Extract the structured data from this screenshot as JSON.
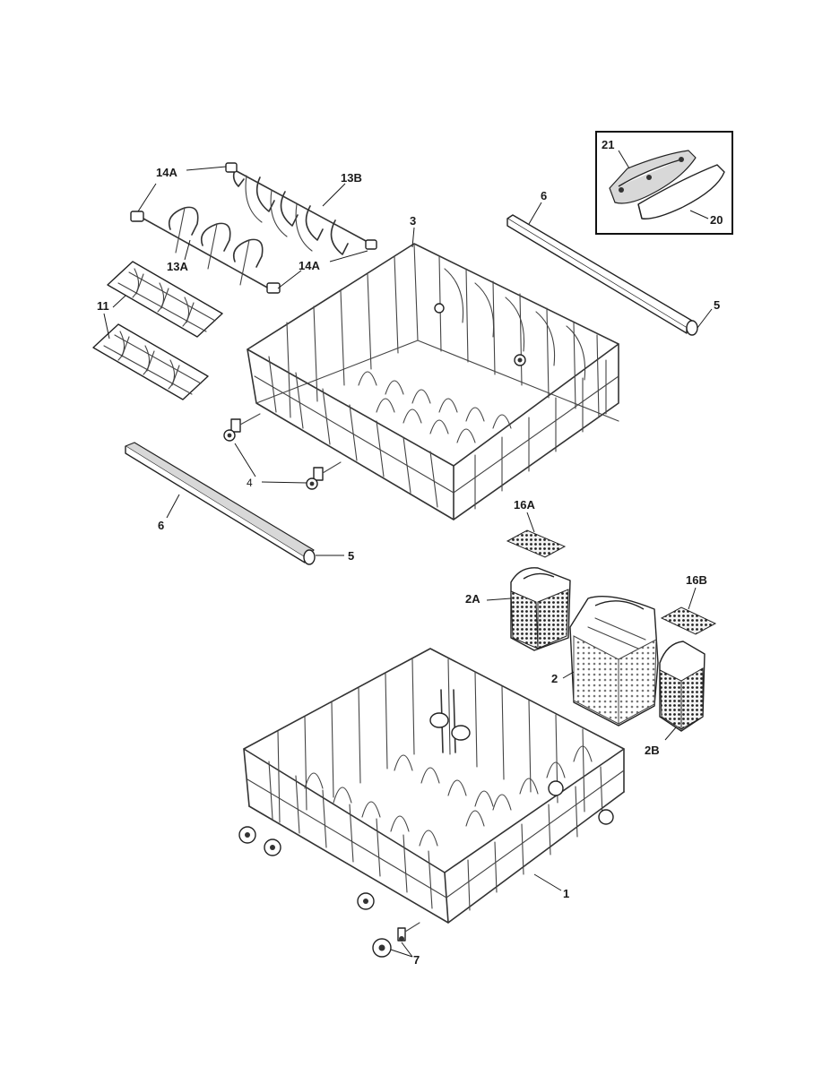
{
  "callouts": {
    "c1": "1",
    "c2": "2",
    "c2A": "2A",
    "c2B": "2B",
    "c3": "3",
    "c4": "4",
    "c5_top": "5",
    "c5_bottom": "5",
    "c6_top": "6",
    "c6_bottom": "6",
    "c7": "7",
    "c11": "11",
    "c13A": "13A",
    "c13B": "13B",
    "c14A_top": "14A",
    "c14A_bottom": "14A",
    "c16A": "16A",
    "c16B": "16B",
    "c20": "20",
    "c21": "21"
  }
}
